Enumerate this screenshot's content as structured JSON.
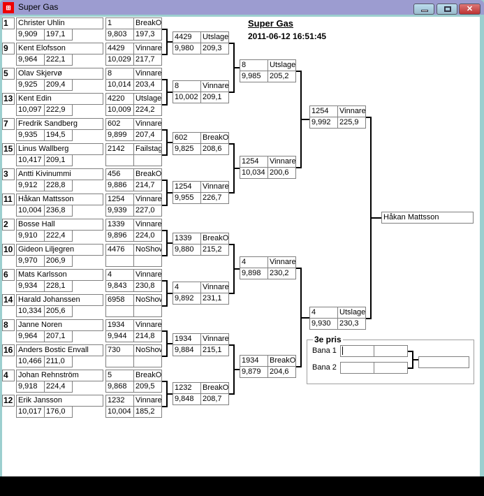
{
  "window": {
    "title": "Super Gas",
    "minimize": "minimize",
    "maximize": "maximize",
    "close": "close"
  },
  "header": {
    "title": "Super Gas",
    "datetime": "2011-06-12 16:51:45"
  },
  "round1": [
    {
      "seed": "1",
      "name": "Christer Uhlin",
      "rt": "9,909",
      "speed": "197,1",
      "res_id": "1",
      "res_status": "BreakOut",
      "res_rt": "9,803",
      "res_speed": "197,3"
    },
    {
      "seed": "9",
      "name": "Kent Elofsson",
      "rt": "9,964",
      "speed": "222,1",
      "res_id": "4429",
      "res_status": "Vinnare",
      "res_rt": "10,029",
      "res_speed": "217,7"
    },
    {
      "seed": "5",
      "name": "Olav Skjervø",
      "rt": "9,925",
      "speed": "209,4",
      "res_id": "8",
      "res_status": "Vinnare",
      "res_rt": "10,014",
      "res_speed": "203,4"
    },
    {
      "seed": "13",
      "name": "Kent Edin",
      "rt": "10,097",
      "speed": "222,9",
      "res_id": "4220",
      "res_status": "Utslagen",
      "res_rt": "10,009",
      "res_speed": "224,2"
    },
    {
      "seed": "7",
      "name": "Fredrik Sandberg",
      "rt": "9,935",
      "speed": "194,5",
      "res_id": "602",
      "res_status": "Vinnare",
      "res_rt": "9,899",
      "res_speed": "207,4"
    },
    {
      "seed": "15",
      "name": "Linus Wallberg",
      "rt": "10,417",
      "speed": "209,1",
      "res_id": "2142",
      "res_status": "Failstage",
      "res_rt": "",
      "res_speed": ""
    },
    {
      "seed": "3",
      "name": "Antti Kivinummi",
      "rt": "9,912",
      "speed": "228,8",
      "res_id": "456",
      "res_status": "BreakOut",
      "res_rt": "9,886",
      "res_speed": "214,7"
    },
    {
      "seed": "11",
      "name": "Håkan Mattsson",
      "rt": "10,004",
      "speed": "236,8",
      "res_id": "1254",
      "res_status": "Vinnare",
      "res_rt": "9,939",
      "res_speed": "227,0"
    },
    {
      "seed": "2",
      "name": "Bosse Hall",
      "rt": "9,910",
      "speed": "222,4",
      "res_id": "1339",
      "res_status": "Vinnare",
      "res_rt": "9,896",
      "res_speed": "224,0"
    },
    {
      "seed": "10",
      "name": "Gideon Liljegren",
      "rt": "9,970",
      "speed": "206,9",
      "res_id": "4476",
      "res_status": "NoShow",
      "res_rt": "",
      "res_speed": ""
    },
    {
      "seed": "6",
      "name": "Mats Karlsson",
      "rt": "9,934",
      "speed": "228,1",
      "res_id": "4",
      "res_status": "Vinnare",
      "res_rt": "9,843",
      "res_speed": "230,8"
    },
    {
      "seed": "14",
      "name": "Harald Johanssen",
      "rt": "10,334",
      "speed": "205,6",
      "res_id": "6958",
      "res_status": "NoShow",
      "res_rt": "",
      "res_speed": ""
    },
    {
      "seed": "8",
      "name": "Janne Noren",
      "rt": "9,964",
      "speed": "207,1",
      "res_id": "1934",
      "res_status": "Vinnare",
      "res_rt": "9,944",
      "res_speed": "214,8"
    },
    {
      "seed": "16",
      "name": "Anders Bostic Envall",
      "rt": "10,466",
      "speed": "211,0",
      "res_id": "730",
      "res_status": "NoShow",
      "res_rt": "",
      "res_speed": ""
    },
    {
      "seed": "4",
      "name": "Johan Rehnström",
      "rt": "9,918",
      "speed": "224,4",
      "res_id": "5",
      "res_status": "BreakOut",
      "res_rt": "9,868",
      "res_speed": "209,5"
    },
    {
      "seed": "12",
      "name": "Erik Jansson",
      "rt": "10,017",
      "speed": "176,0",
      "res_id": "1232",
      "res_status": "Vinnare",
      "res_rt": "10,004",
      "res_speed": "185,2"
    }
  ],
  "round2": [
    {
      "id": "4429",
      "status": "Utslagen",
      "rt": "9,980",
      "speed": "209,3"
    },
    {
      "id": "8",
      "status": "Vinnare",
      "rt": "10,002",
      "speed": "209,1"
    },
    {
      "id": "602",
      "status": "BreakOut",
      "rt": "9,825",
      "speed": "208,6"
    },
    {
      "id": "1254",
      "status": "Vinnare",
      "rt": "9,955",
      "speed": "226,7"
    },
    {
      "id": "1339",
      "status": "BreakOut",
      "rt": "9,880",
      "speed": "215,2"
    },
    {
      "id": "4",
      "status": "Vinnare",
      "rt": "9,892",
      "speed": "231,1"
    },
    {
      "id": "1934",
      "status": "Vinnare",
      "rt": "9,884",
      "speed": "215,1"
    },
    {
      "id": "1232",
      "status": "BreakOut",
      "rt": "9,848",
      "speed": "208,7"
    }
  ],
  "round3": [
    {
      "id": "8",
      "status": "Utslagen",
      "rt": "9,985",
      "speed": "205,2"
    },
    {
      "id": "1254",
      "status": "Vinnare",
      "rt": "10,034",
      "speed": "200,6"
    },
    {
      "id": "4",
      "status": "Vinnare",
      "rt": "9,898",
      "speed": "230,2"
    },
    {
      "id": "1934",
      "status": "BreakOut",
      "rt": "9,879",
      "speed": "204,6"
    }
  ],
  "round4": [
    {
      "id": "1254",
      "status": "Vinnare",
      "rt": "9,992",
      "speed": "225,9"
    },
    {
      "id": "4",
      "status": "Utslagen",
      "rt": "9,930",
      "speed": "230,3"
    }
  ],
  "winner": "Håkan Mattsson",
  "third_place": {
    "label": "3e pris",
    "lane1": "Bana 1",
    "lane2": "Bana 2"
  }
}
